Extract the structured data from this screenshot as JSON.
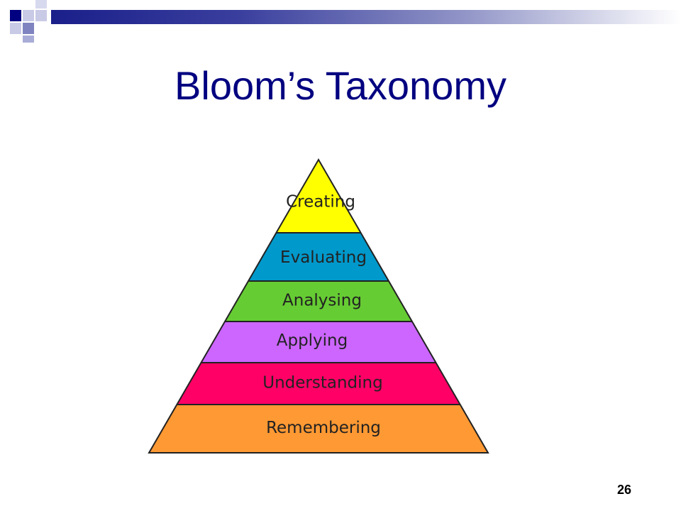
{
  "slide": {
    "title": "Bloom’s Taxonomy",
    "page_number": "26"
  },
  "pyramid": {
    "levels": [
      {
        "label": "Creating",
        "color": "#ffff00"
      },
      {
        "label": "Evaluating",
        "color": "#0099cc"
      },
      {
        "label": "Analysing",
        "color": "#66cc33"
      },
      {
        "label": "Applying",
        "color": "#cc66ff"
      },
      {
        "label": "Understanding",
        "color": "#ff0066"
      },
      {
        "label": "Remembering",
        "color": "#ff9933"
      }
    ]
  },
  "colors": {
    "title": "#000080",
    "accent_dark": "#000080",
    "accent_mid": "#5a5fae",
    "accent_light": "#c8cae6"
  }
}
